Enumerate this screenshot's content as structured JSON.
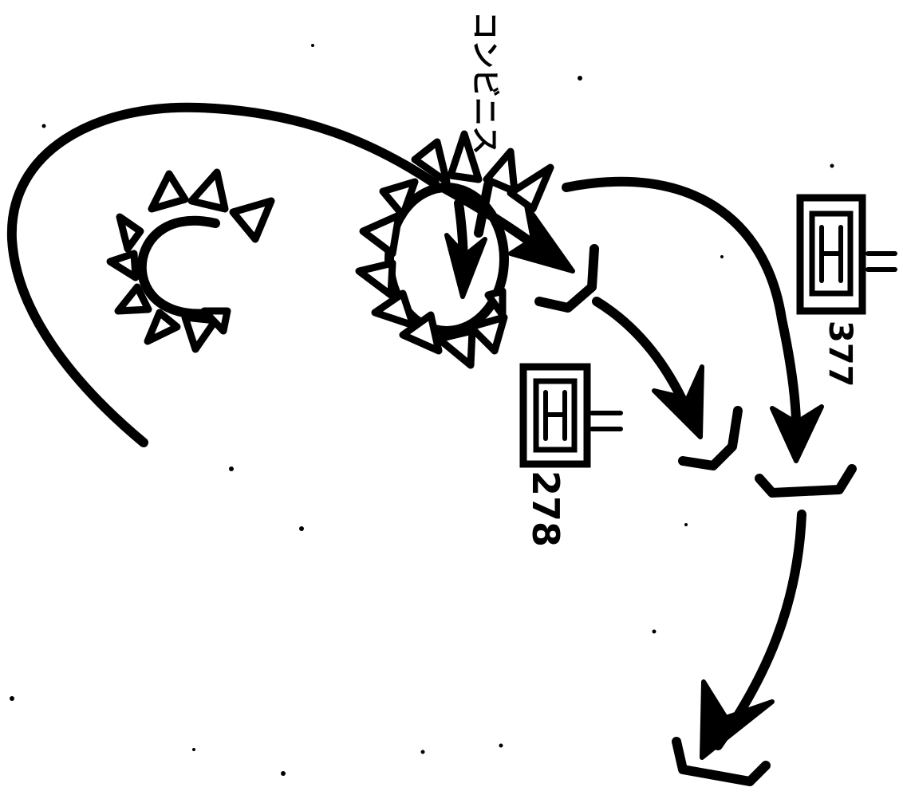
{
  "diagram": {
    "top_annotation": "コンビニス",
    "boxes": [
      {
        "name": "gate-box-lower",
        "glyph": "H",
        "number": "278"
      },
      {
        "name": "gate-box-upper",
        "glyph": "H",
        "number": "377"
      }
    ],
    "colors": {
      "ink": "#000000",
      "paper": "#ffffff"
    }
  }
}
